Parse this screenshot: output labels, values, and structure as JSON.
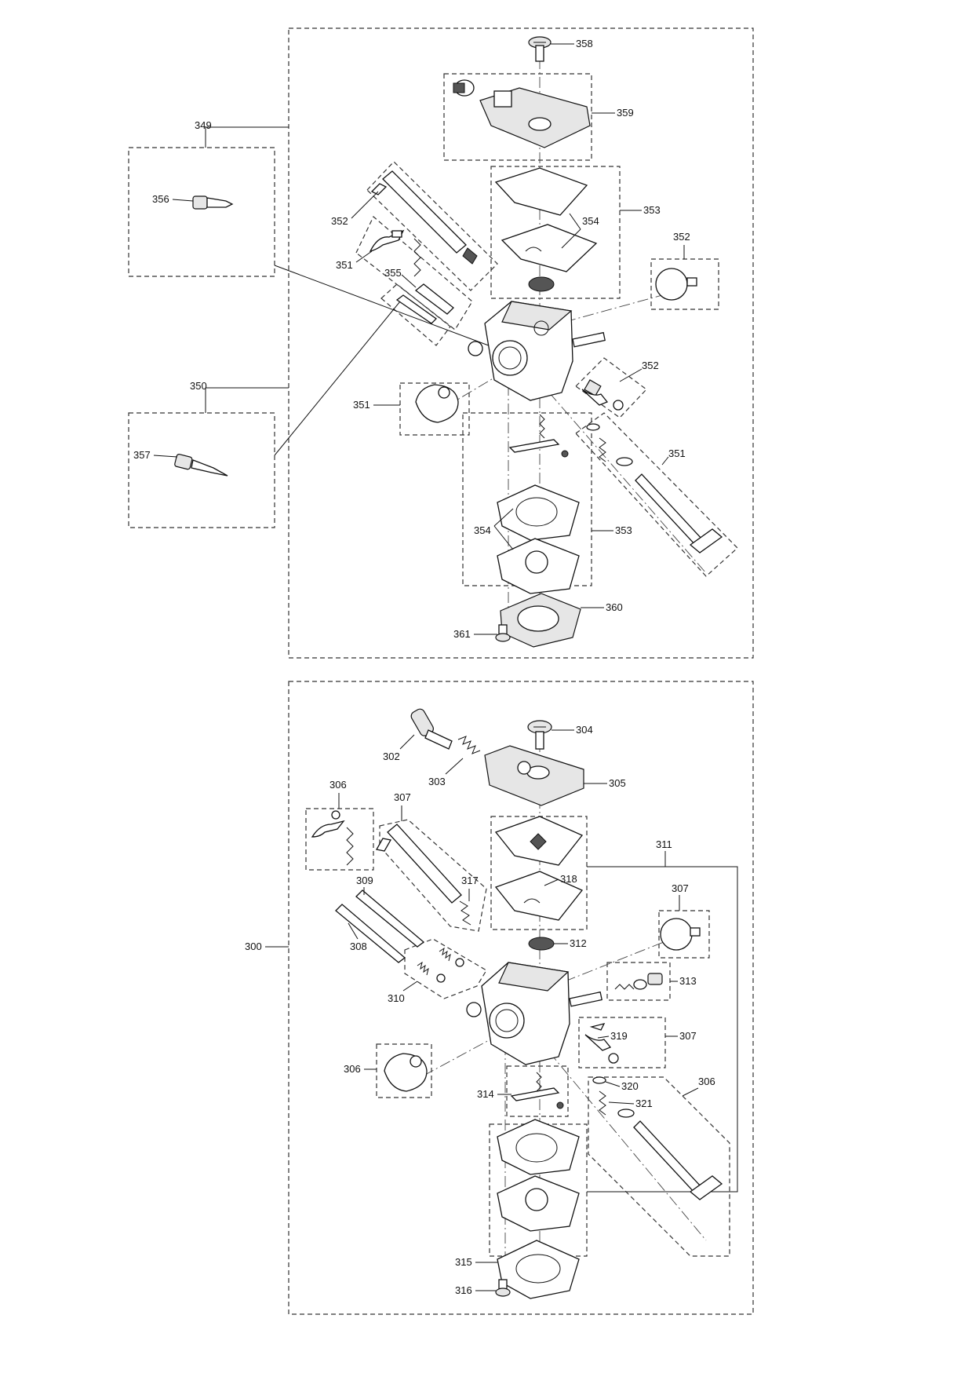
{
  "top_assembly": {
    "callouts": {
      "c358": "358",
      "c359": "359",
      "c349": "349",
      "c353a": "353",
      "c354a": "354",
      "c356": "356",
      "c352a": "352",
      "c351a": "351",
      "c355": "355",
      "c352b": "352",
      "c352c": "352",
      "c350": "350",
      "c351b": "351",
      "c357": "357",
      "c351c": "351",
      "c354b": "354",
      "c353b": "353",
      "c360": "360",
      "c361": "361"
    }
  },
  "bottom_assembly": {
    "callouts": {
      "c304": "304",
      "c302": "302",
      "c303": "303",
      "c305": "305",
      "c306a": "306",
      "c307a": "307",
      "c311": "311",
      "c317": "317",
      "c318": "318",
      "c309": "309",
      "c307b": "307",
      "c312": "312",
      "c300": "300",
      "c308": "308",
      "c313": "313",
      "c310": "310",
      "c319": "319",
      "c307c": "307",
      "c306b": "306",
      "c306c": "306",
      "c320": "320",
      "c321": "321",
      "c314": "314",
      "c315": "315",
      "c316": "316"
    }
  }
}
